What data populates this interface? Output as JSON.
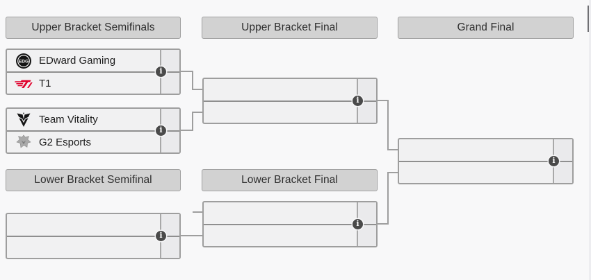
{
  "bracket": {
    "headers": {
      "upper_semifinals": "Upper Bracket Semifinals",
      "upper_final": "Upper Bracket Final",
      "grand_final": "Grand Final",
      "lower_semifinal": "Lower Bracket Semifinal",
      "lower_final": "Lower Bracket Final"
    },
    "matches": {
      "upper_semifinal_1": {
        "team1": {
          "name": "EDward Gaming",
          "logo": "edg-logo"
        },
        "team2": {
          "name": "T1",
          "logo": "t1-logo"
        }
      },
      "upper_semifinal_2": {
        "team1": {
          "name": "Team Vitality",
          "logo": "vitality-logo"
        },
        "team2": {
          "name": "G2 Esports",
          "logo": "g2-logo"
        }
      },
      "upper_final": {
        "team1": {
          "name": ""
        },
        "team2": {
          "name": ""
        }
      },
      "grand_final": {
        "team1": {
          "name": ""
        },
        "team2": {
          "name": ""
        }
      },
      "lower_semifinal": {
        "team1": {
          "name": ""
        },
        "team2": {
          "name": ""
        }
      },
      "lower_final": {
        "team1": {
          "name": ""
        },
        "team2": {
          "name": ""
        }
      }
    },
    "info_icon_glyph": "i",
    "edg_logo_text": "EDG"
  },
  "colors": {
    "background": "#f8f8f9",
    "header_fill": "#d2d2d2",
    "box_border": "#9e9e9e",
    "row_fill": "#f1f1f2",
    "score_fill": "#eaeaec",
    "divider": "#8f8f8f",
    "connector": "#9e9e9e",
    "info_badge_bg": "#4a4a4a",
    "t1_red": "#e0002b",
    "logo_black": "#141414",
    "g2_grey": "#a9a9a9"
  }
}
